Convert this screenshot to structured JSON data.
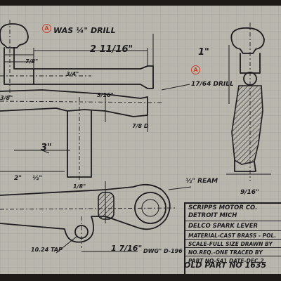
{
  "callouts": {
    "marker_a_top": "A",
    "marker_a_right": "A",
    "was_drill": "WAS ¼\" DRILL"
  },
  "dims": {
    "d_2_11_16": "2 11/16\"",
    "d_1": "1\"",
    "d_3": "3\"",
    "d_7_8": "7/8\"",
    "d_3_4": "3/4\"",
    "d_3_8": "3/8\"",
    "d_5_16": "5/16\"",
    "d_1_8": "1/8\"",
    "d_2_half": "2\"",
    "d_half": "½\"",
    "d_9_16": "9/16\"",
    "d_1_7_16": "1 7/16\"",
    "d_17_64_drill": "17/64 DRILL",
    "d_half_ream": "½\" REAM",
    "d_10_24_tap": "10.24 TAP",
    "d_7_8_d": "7/8 D",
    "dwg_ref": "DWG\" D-196"
  },
  "title_block": {
    "line1": "SCRIPPS MOTOR CO.",
    "line2": "DETROIT          MICH",
    "line3": "DELCO SPARK LEVER",
    "line4": "MATERIAL-CAST BRASS - POL.",
    "line5": "SCALE-FULL SIZE  DRAWN BY",
    "line6": "NO.REQ.-ONE      TRACED BY",
    "line7": "PART NO-541   DATE-DEC.2",
    "old_part": "OLD PART NO 1635"
  }
}
